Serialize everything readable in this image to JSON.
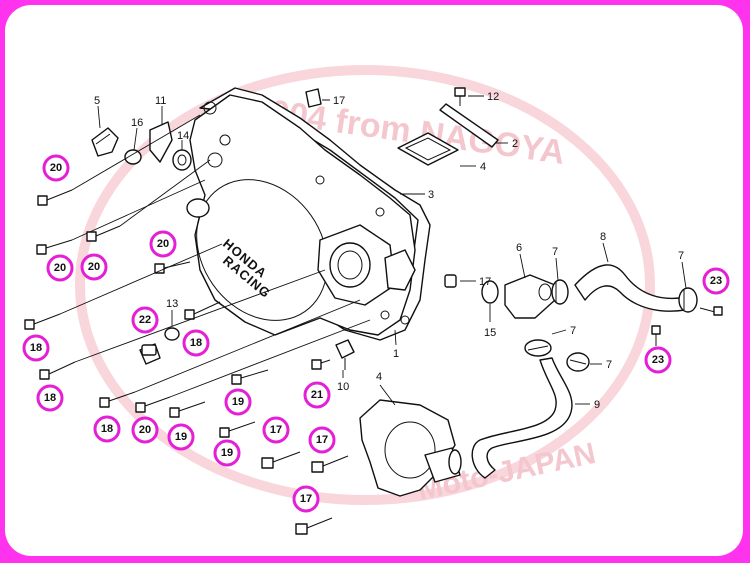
{
  "watermark": {
    "top": "2004 from NAGOYA",
    "bottom": "Moto-JAPAN"
  },
  "cover_brand": {
    "line1": "HONDA",
    "line2": "RACING"
  },
  "labels": {
    "p1": "1",
    "p2": "2",
    "p3": "3",
    "p4a": "4",
    "p4b": "4",
    "p5": "5",
    "p6": "6",
    "p7a": "7",
    "p7b": "7",
    "p7c": "7",
    "p7d": "7",
    "p8": "8",
    "p9": "9",
    "p10": "10",
    "p11": "11",
    "p12": "12",
    "p13": "13",
    "p14": "14",
    "p15": "15",
    "p16": "16",
    "p17a": "17",
    "p17b": "17"
  },
  "circled": [
    {
      "id": "c20a",
      "text": "20"
    },
    {
      "id": "c20b",
      "text": "20"
    },
    {
      "id": "c20c",
      "text": "20"
    },
    {
      "id": "c20d",
      "text": "20"
    },
    {
      "id": "c20e",
      "text": "20"
    },
    {
      "id": "c18a",
      "text": "18"
    },
    {
      "id": "c18b",
      "text": "18"
    },
    {
      "id": "c18c",
      "text": "18"
    },
    {
      "id": "c18d",
      "text": "18"
    },
    {
      "id": "c22",
      "text": "22"
    },
    {
      "id": "c19a",
      "text": "19"
    },
    {
      "id": "c19b",
      "text": "19"
    },
    {
      "id": "c19c",
      "text": "19"
    },
    {
      "id": "c21",
      "text": "21"
    },
    {
      "id": "c17a",
      "text": "17"
    },
    {
      "id": "c17b",
      "text": "17"
    },
    {
      "id": "c17c",
      "text": "17"
    },
    {
      "id": "c23a",
      "text": "23"
    },
    {
      "id": "c23b",
      "text": "23"
    }
  ]
}
